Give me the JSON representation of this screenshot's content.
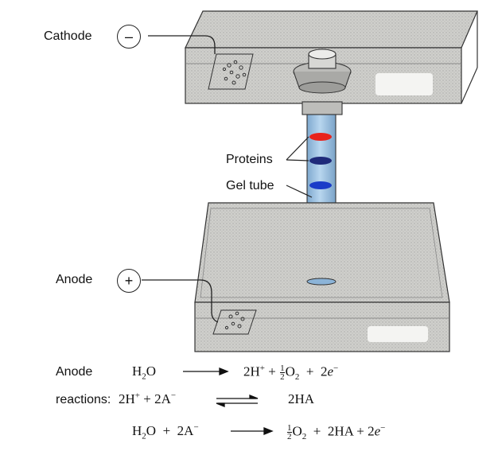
{
  "labels": {
    "cathode": "Cathode",
    "anode": "Anode",
    "cathode_sign": "–",
    "anode_sign": "+",
    "proteins": "Proteins",
    "gel_tube": "Gel tube"
  },
  "reactions": {
    "title_line1": "Anode",
    "title_line2": "reactions:",
    "eq1": {
      "lhs_base": "H",
      "lhs_sub": "2",
      "lhs_tail": "O",
      "p1": "2H",
      "p1_sup": "+",
      "frac_num": "1",
      "frac_den": "2",
      "o2": "O",
      "o2_sub": "2",
      "e": "2",
      "e_var": "e",
      "e_sup": "−",
      "plus": "+"
    },
    "eq2": {
      "lhs": "2H",
      "lhs_sup": "+",
      "a": "2A",
      "a_sup": "−",
      "rhs": "2HA",
      "plus": "+"
    },
    "eq3": {
      "lhs_base": "H",
      "lhs_sub": "2",
      "lhs_tail": "O",
      "a": "2A",
      "a_sup": "−",
      "frac_num": "1",
      "frac_den": "2",
      "o2": "O",
      "o2_sub": "2",
      "ha": "2HA",
      "e": "2",
      "e_var": "e",
      "e_sup": "−",
      "plus": "+"
    }
  },
  "colors": {
    "band_red": "#e8231c",
    "band_navy": "#1f2a7a",
    "band_blue": "#1a3cc8",
    "gel": "#9ec5e6",
    "buffer": "#c9c9c6"
  }
}
